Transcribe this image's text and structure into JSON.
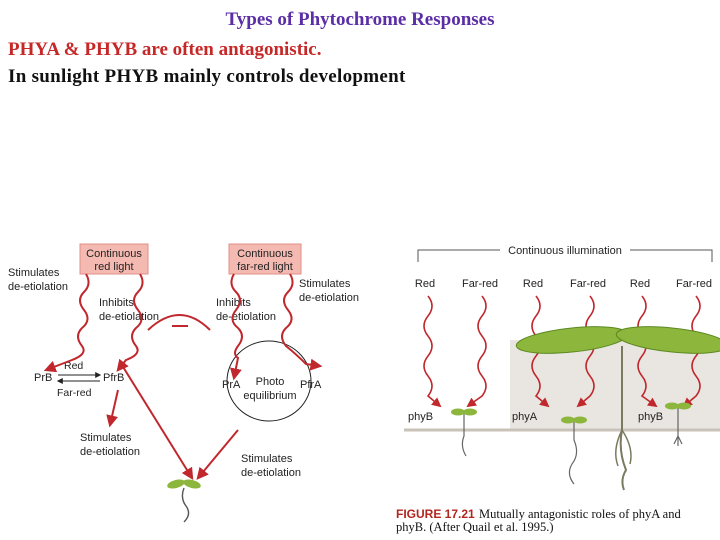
{
  "slide": {
    "title": "Types of Phytochrome Responses",
    "line1": "PHYA & PHYB are often antagonistic.",
    "line2": "In sunlight PHYB mainly controls development"
  },
  "left_diagram": {
    "box_red": [
      "Continuous",
      "red light"
    ],
    "box_farred": [
      "Continuous",
      "far-red light"
    ],
    "stimulates_top_left": [
      "Stimulates",
      "de-etiolation"
    ],
    "inhibits_left": [
      "Inhibits",
      "de-etiolation"
    ],
    "inhibits_right": [
      "Inhibits",
      "de-etiolation"
    ],
    "stimulates_top_right": [
      "Stimulates",
      "de-etiolation"
    ],
    "prb": "PrB",
    "pfrb": "PfrB",
    "red": "Red",
    "far_red": "Far-red",
    "pra": "PrA",
    "pfra": "PfrA",
    "photo_equilibrium": [
      "Photo",
      "equilibrium"
    ],
    "stimulates_bottom_left": [
      "Stimulates",
      "de-etiolation"
    ],
    "stimulates_bottom_center": [
      "Stimulates",
      "de-etiolation"
    ]
  },
  "right_diagram": {
    "header": "Continuous illumination",
    "lights": [
      "Red",
      "Far-red",
      "Red",
      "Far-red",
      "Red",
      "Far-red"
    ],
    "mutants": [
      "phyB",
      "phyA",
      "phyB"
    ]
  },
  "figure_caption": {
    "label": "FIGURE 17.21",
    "text1": "Mutually antagonistic roles of phyA and",
    "text2": "phyB. (After Quail et al. 1995.)"
  },
  "colors": {
    "title": "#5b2ea6",
    "line1": "#c62828",
    "arrow_red": "#c0282d",
    "box_fill": "#f4b9b1",
    "soil": "#e9e5e0",
    "leaf": "#8cb63c"
  }
}
